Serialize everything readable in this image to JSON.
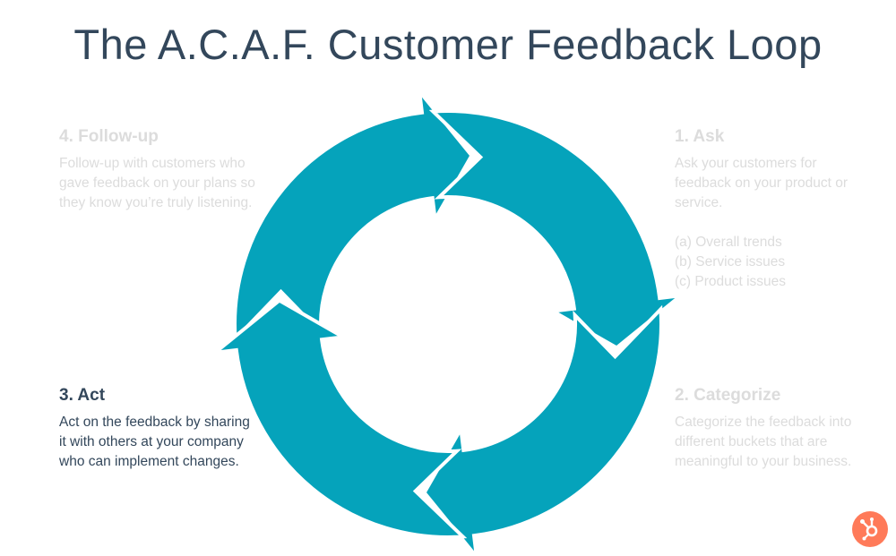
{
  "title": "The A.C.A.F. Customer Feedback Loop",
  "steps": {
    "ask": {
      "heading": "1. Ask",
      "body": "Ask your customers for feedback on your product or service.",
      "items": [
        "(a) Overall trends",
        "(b) Service issues",
        "(c) Product issues"
      ]
    },
    "categorize": {
      "heading": "2. Categorize",
      "body": "Categorize the feedback into different buckets that are meaningful to your business."
    },
    "act": {
      "heading": "3. Act",
      "body": "Act on the feedback by sharing it with others at your company who can implement changes."
    },
    "followup": {
      "heading": "4. Follow-up",
      "body": "Follow-up with customers who gave feedback on your plans so they know you’re truly listening."
    }
  },
  "colors": {
    "arrow": "#05a3bb",
    "title": "#33475b",
    "inactive_text": "#dcdcdc",
    "logo": "#ff7a59"
  },
  "logo_icon": "hubspot-sprocket-icon"
}
